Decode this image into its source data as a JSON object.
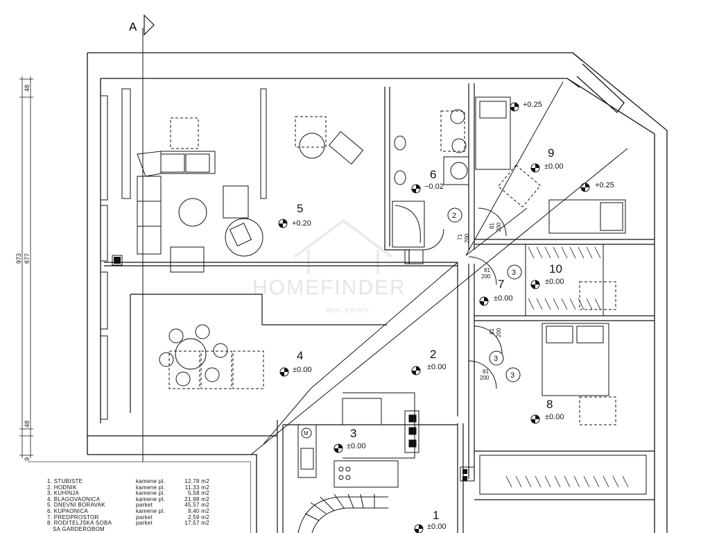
{
  "section_marker": "A",
  "dimensions": {
    "total_height": "973",
    "inner_height": "877",
    "wall_top": "48",
    "wall_bottom": "48",
    "edge_partial": "9"
  },
  "rooms": [
    {
      "number": "5",
      "elevation": "+0.20"
    },
    {
      "number": "4",
      "elevation": "±0.00"
    },
    {
      "number": "6",
      "elevation": "−0.02"
    },
    {
      "number": "2",
      "elevation": "±0.00"
    },
    {
      "number": "3",
      "elevation": "±0.00"
    },
    {
      "number": "1",
      "elevation": "±0.00"
    },
    {
      "number": "9",
      "elevation": "±0.00"
    },
    {
      "number": "10",
      "elevation": "±0.00"
    },
    {
      "number": "7",
      "elevation": "±0.00"
    },
    {
      "number": "8",
      "elevation": "±0.00"
    }
  ],
  "balcony_elevations": {
    "north": "+0.25",
    "east": "+0.25"
  },
  "door_tags": {
    "d1": {
      "size": "71",
      "height": "200",
      "type": "2"
    },
    "d2": {
      "size": "81",
      "height": "200",
      "type": "3"
    },
    "d3": {
      "size": "81",
      "height": "200",
      "type": "3"
    },
    "d4": {
      "size": "81",
      "height": "200",
      "type": "3"
    },
    "d5": {
      "size": "81",
      "height": "200",
      "type": "3"
    }
  },
  "appliance_label": "M",
  "watermark": {
    "brand": "HOMEFINDER",
    "tagline": "REAL ESTATE"
  },
  "legend": {
    "rows": [
      {
        "name": "1. STUBISTE",
        "floor": "kamene pl.",
        "area": "12,78 m2"
      },
      {
        "name": "2. HODNIK",
        "floor": "kamene pl.",
        "area": "11,33 m2"
      },
      {
        "name": "3. KUHINJA",
        "floor": "kamene pl.",
        "area": "5,58 m2"
      },
      {
        "name": "4. BLAGOVAONICA",
        "floor": "kamene pl.",
        "area": "21,98 m2"
      },
      {
        "name": "5. DNEVNI BORAVAK",
        "floor": "parket",
        "area": "45,57 m2"
      },
      {
        "name": "6. KUPAONICA",
        "floor": "kamene pl.",
        "area": "9,40 m2"
      },
      {
        "name": "7. PREDPROSTOR",
        "floor": "parket",
        "area": "2,59 m2"
      },
      {
        "name": "8. RODITELJSKA SOBA",
        "floor": "parket",
        "area": "17,57 m2"
      },
      {
        "name": "SA GARDEROBOM",
        "floor": "",
        "area": ""
      }
    ]
  }
}
